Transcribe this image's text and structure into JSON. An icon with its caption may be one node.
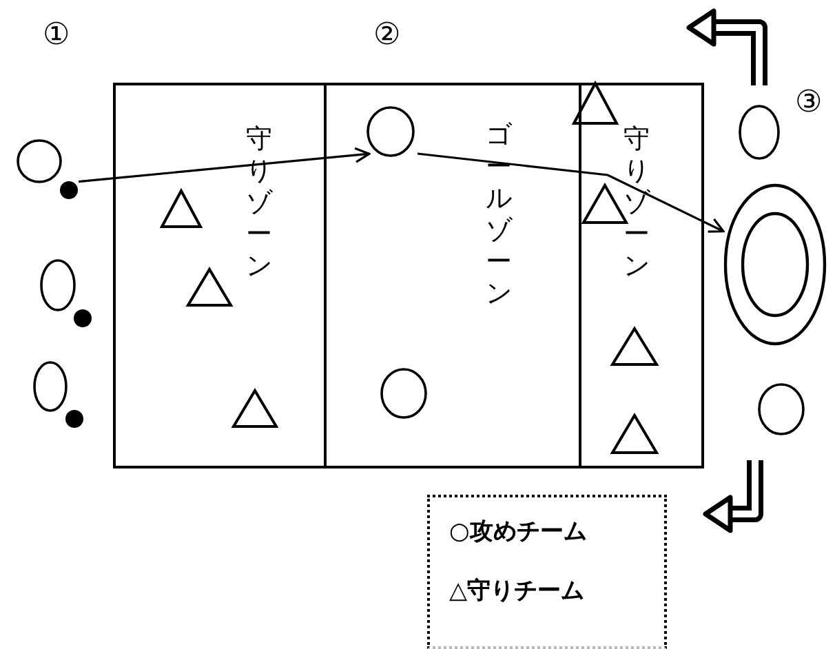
{
  "diagram": {
    "nodes": [
      {
        "text": [
          "守りゾーン"
        ]
      },
      {
        "text": [
          "ゴールゾーン"
        ]
      },
      {
        "text": [
          "守りゾーン"
        ]
      },
      {
        "text": [],
        "shape": "circle"
      },
      {
        "text": [],
        "shape": "circle"
      },
      {
        "text": [],
        "shape": "circle"
      },
      {
        "text": [],
        "shape": "triangle",
        "in": 0
      },
      {
        "text": [],
        "shape": "triangle",
        "in": 0
      },
      {
        "text": [],
        "shape": "triangle",
        "in": 0
      },
      {
        "text": [],
        "shape": "circle",
        "in": 1
      },
      {
        "text": [],
        "shape": "circle",
        "in": 1
      },
      {
        "text": [],
        "shape": "triangle"
      },
      {
        "text": [],
        "shape": "triangle",
        "in": 2
      },
      {
        "text": [],
        "shape": "triangle",
        "in": 2
      },
      {
        "text": [],
        "shape": "triangle",
        "in": 2
      },
      {
        "text": [],
        "shape": "circle"
      },
      {
        "text": [],
        "shape": "ellipse"
      },
      {
        "text": [],
        "shape": "circle"
      }
    ],
    "edges": [
      {
        "from": 3,
        "to": 9,
        "arrow": "to"
      },
      {
        "from": 9,
        "to": 16,
        "arrow": "to"
      }
    ],
    "labels": [
      "①",
      "②",
      "③"
    ],
    "legend": [
      {
        "text": "○攻めチーム"
      },
      {
        "text": "△守りチーム"
      }
    ]
  }
}
